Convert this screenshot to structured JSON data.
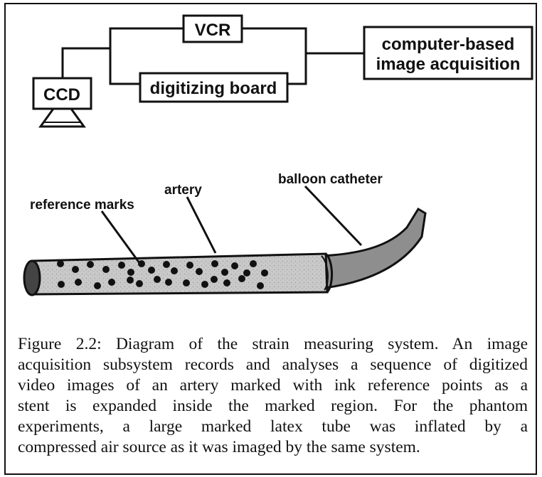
{
  "diagram": {
    "labels": {
      "vcr": "VCR",
      "ccd": "CCD",
      "digitizing_board": "digitizing board",
      "computer_line1": "computer-based",
      "computer_line2": "image acquisition",
      "reference_marks": "reference marks",
      "artery": "artery",
      "balloon_catheter": "balloon catheter"
    },
    "colors": {
      "line": "#111111",
      "tube_fill": "#c9c9c9",
      "catheter_fill": "#8e8e8e"
    }
  },
  "caption": {
    "lines": [
      "Figure 2.2: Diagram of the strain measuring system.  An image",
      "acquisition subsystem records and analyses a sequence of digitized",
      "video images of an artery marked with ink reference points as a",
      "stent is expanded inside the marked region.  For the phantom",
      "experiments, a large marked latex tube was inflated by a",
      "compressed air source as it was imaged by the same system."
    ]
  }
}
